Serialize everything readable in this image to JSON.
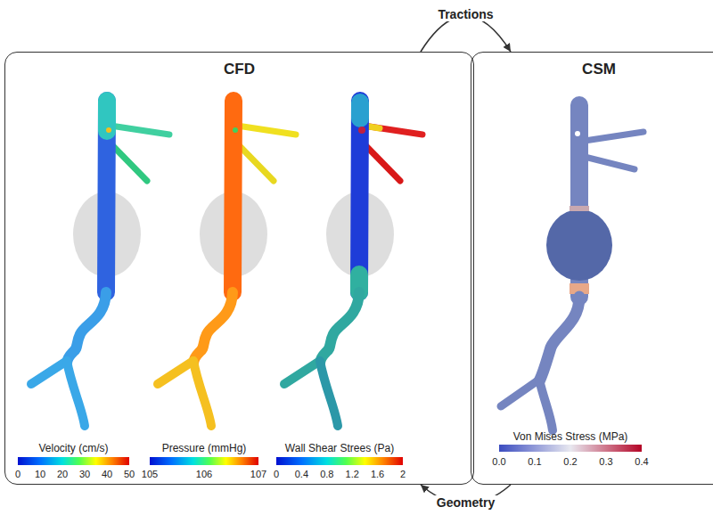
{
  "diagram": {
    "nodes": [
      {
        "text": [
          "CFD"
        ]
      },
      {
        "text": [
          "CSM"
        ]
      }
    ],
    "edges": [
      {
        "from": 0,
        "to": 1,
        "label": "Tractions",
        "arrow": "to"
      },
      {
        "from": 1,
        "to": 0,
        "label": "Geometry",
        "arrow": "to"
      }
    ],
    "labels": [
      "Velocity (cm/s)",
      "0",
      "10",
      "20",
      "30",
      "40",
      "50",
      "Pressure (mmHg)",
      "105",
      "106",
      "107",
      "Wall Shear Strees (Pa)",
      "0",
      "0.4",
      "0.8",
      "1.2",
      "1.6",
      "2",
      "Von Mises Stress (MPa)",
      "0.0",
      "0.1",
      "0.2",
      "0.3",
      "0.4"
    ]
  }
}
